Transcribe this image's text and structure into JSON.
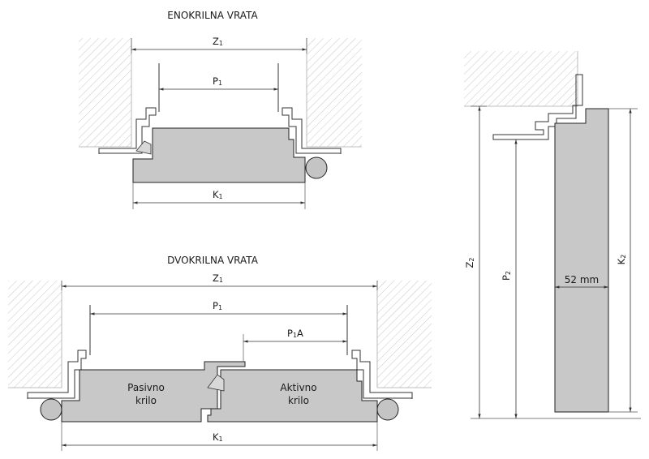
{
  "single_door": {
    "title": "ENOKRILNA VRATA",
    "dim_z": "Z",
    "dim_p": "P",
    "dim_k": "K",
    "sub": "1"
  },
  "double_door": {
    "title": "DVOKRILNA VRATA",
    "dim_z": "Z",
    "dim_p": "P",
    "dim_pa": "P",
    "dim_pa_suffix": "A",
    "dim_k": "K",
    "sub": "1",
    "passive_leaf_line1": "Pasivno",
    "passive_leaf_line2": "krilo",
    "active_leaf_line1": "Aktivno",
    "active_leaf_line2": "krilo"
  },
  "section": {
    "dim_z": "Z",
    "dim_p": "P",
    "dim_k": "K",
    "sub": "2",
    "thickness_label": "52 mm"
  },
  "colors": {
    "leaf_fill": "#c8c8c8",
    "outline": "#222222",
    "hatch": "#b5b5b5"
  }
}
